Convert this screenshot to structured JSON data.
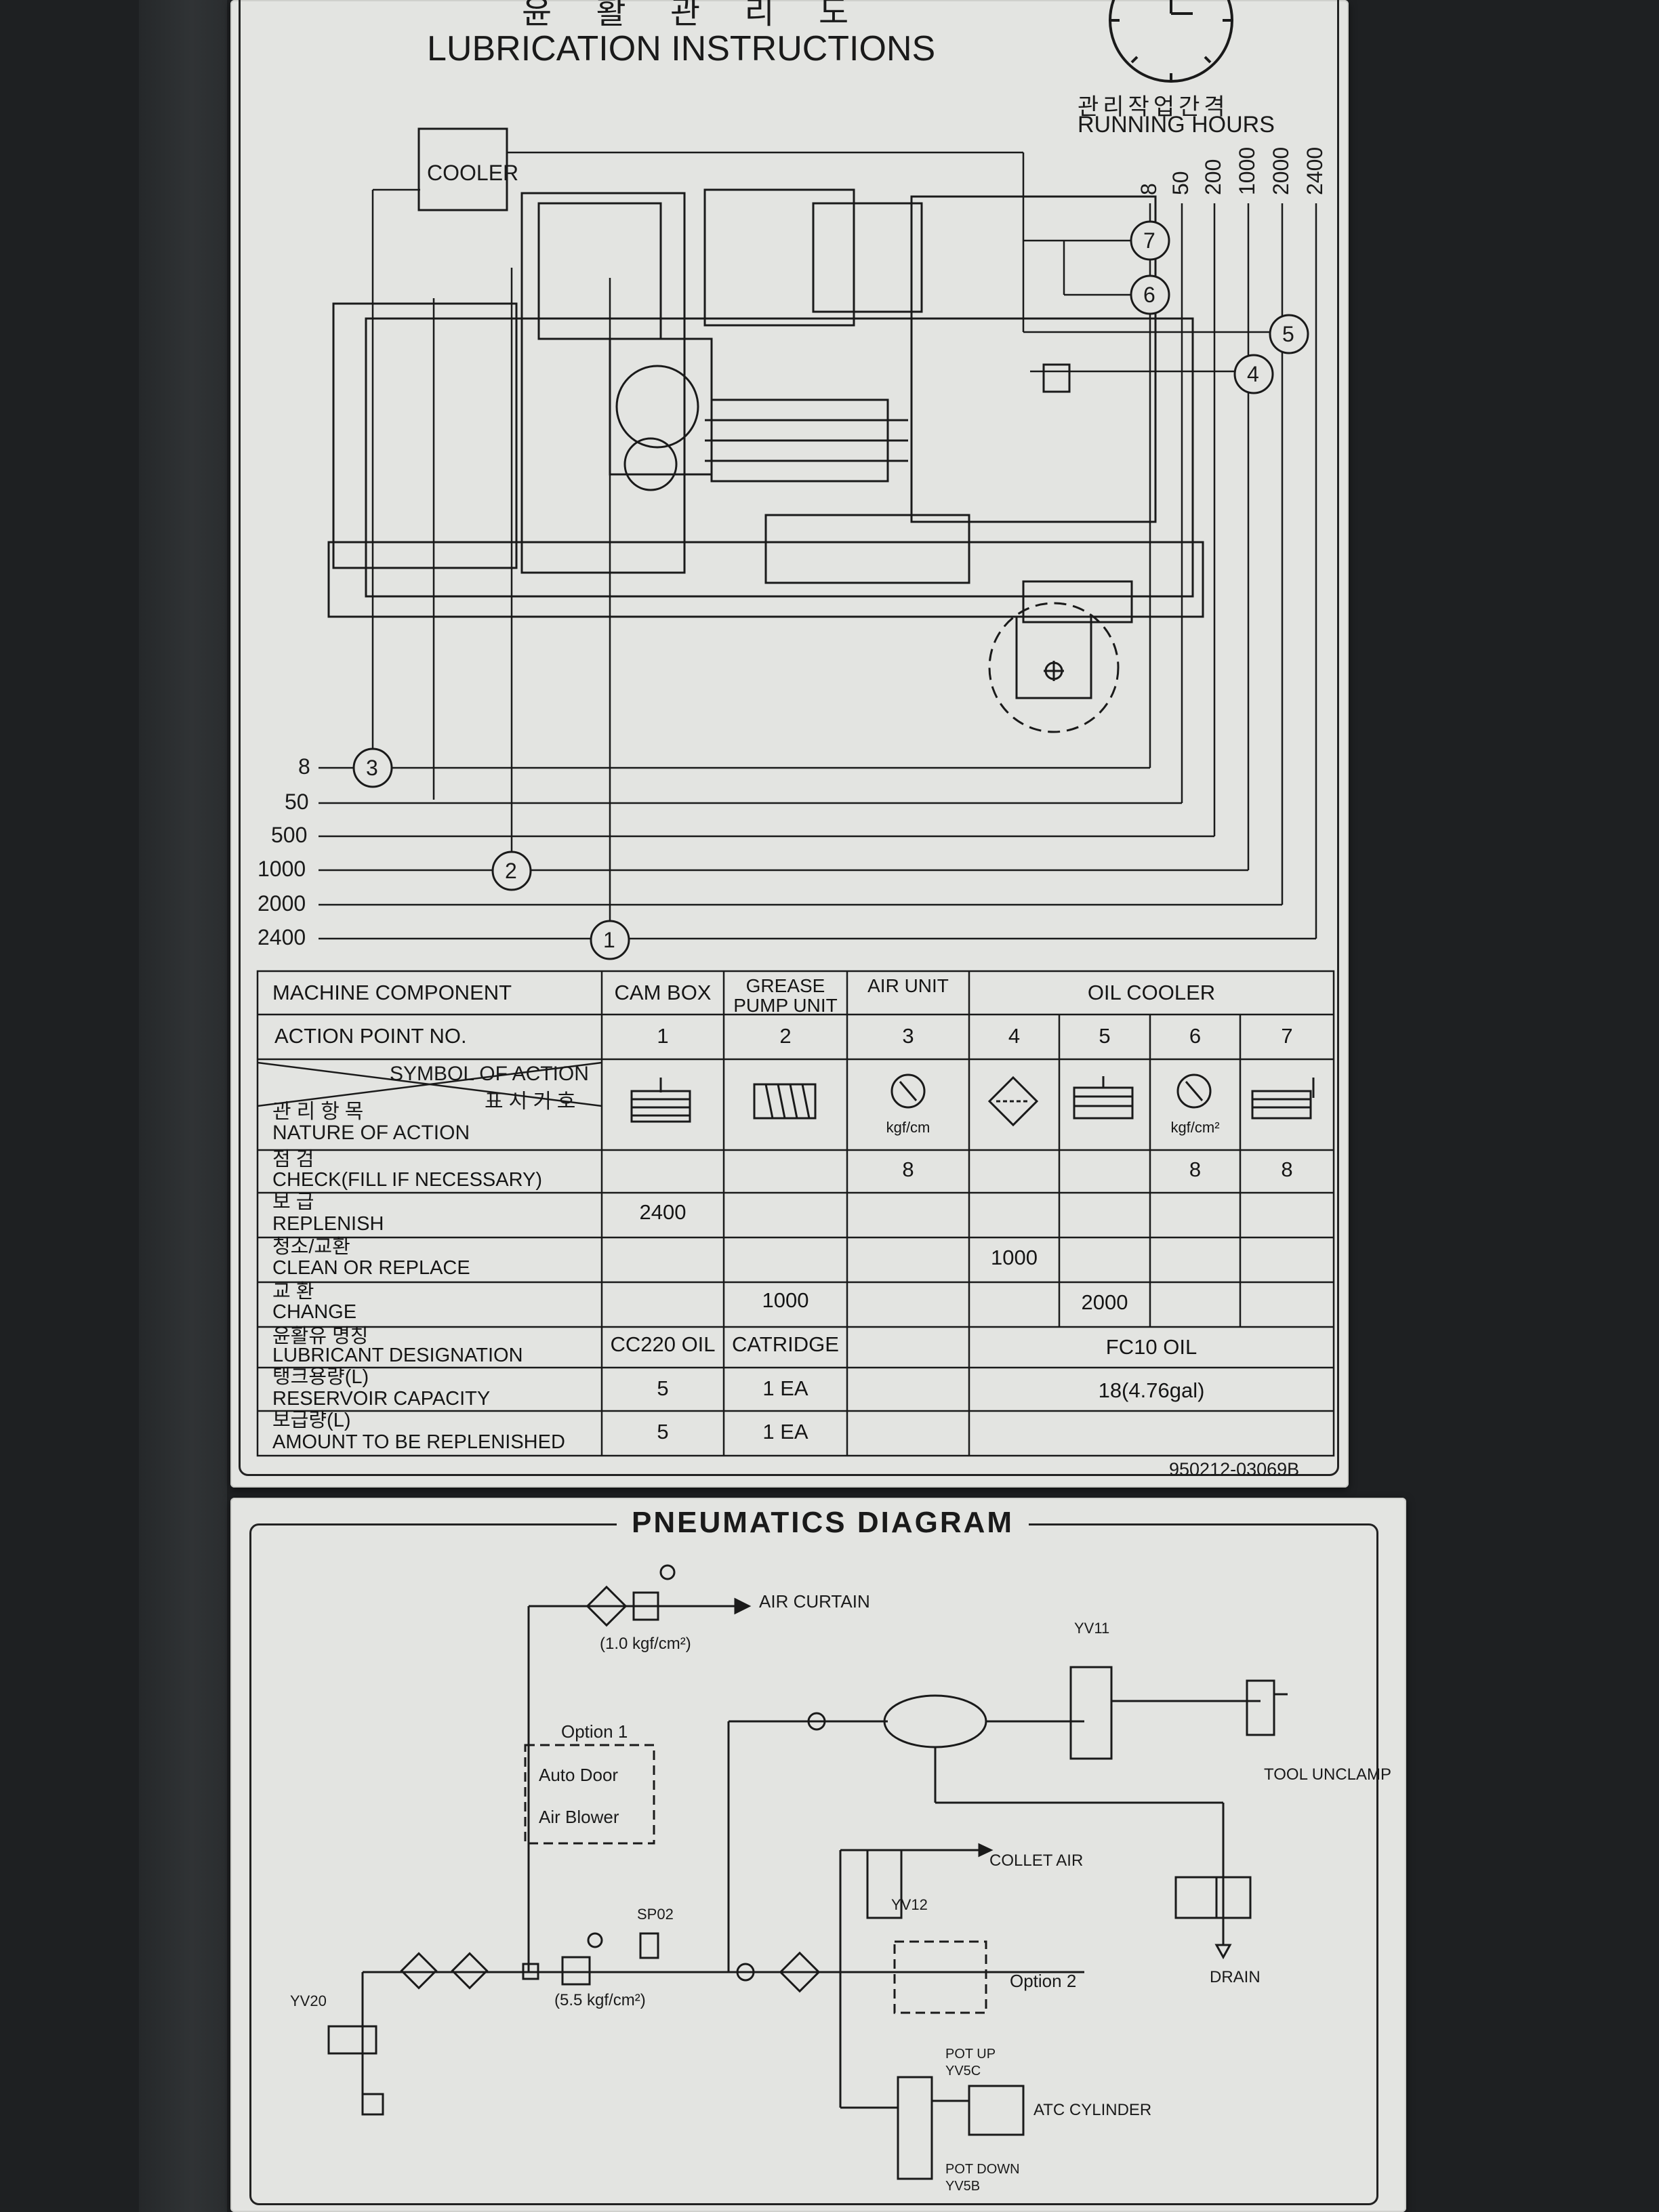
{
  "lubrication": {
    "title_ko": "윤 활 관 리 도",
    "title_en": "LUBRICATION INSTRUCTIONS",
    "running_hours_ko": "관리작업간격",
    "running_hours_en": "RUNNING HOURS",
    "cooler_label": "COOLER",
    "top_hours": [
      "8",
      "50",
      "200",
      "1000",
      "2000",
      "2400"
    ],
    "left_hours": [
      "8",
      "50",
      "500",
      "1000",
      "2000",
      "2400"
    ],
    "points": [
      "1",
      "2",
      "3",
      "4",
      "5",
      "6",
      "7"
    ],
    "table": {
      "component_header": "MACHINE COMPONENT",
      "components": [
        "CAM BOX",
        "GREASE PUMP UNIT",
        "AIR UNIT",
        "OIL COOLER"
      ],
      "action_point_header": "ACTION POINT NO.",
      "action_points": [
        "1",
        "2",
        "3",
        "4",
        "5",
        "6",
        "7"
      ],
      "symbol_en": "SYMBOL OF ACTION",
      "symbol_ko": "표시기호",
      "nature_ko": "관리항목",
      "nature_en": "NATURE OF ACTION",
      "symbol_units": {
        "p3": "kgf/cm",
        "p6": "kgf/cm²"
      },
      "rows": [
        {
          "ko": "점 검",
          "en": "CHECK(FILL IF NECESSARY)",
          "p3": "8",
          "p6": "8",
          "p7": "8"
        },
        {
          "ko": "보 급",
          "en": "REPLENISH",
          "p1": "2400"
        },
        {
          "ko": "청소/교환",
          "en": "CLEAN OR REPLACE",
          "p4": "1000"
        },
        {
          "ko": "교 환",
          "en": "CHANGE",
          "p2": "1000",
          "p5": "2000"
        },
        {
          "ko": "윤활유 명칭",
          "en": "LUBRICANT DESIGNATION",
          "p1": "CC220 OIL",
          "p2": "CATRIDGE",
          "cooler": "FC10 OIL"
        },
        {
          "ko": "탱크용량(L)",
          "en": "RESERVOIR CAPACITY",
          "p1": "5",
          "p2": "1 EA",
          "cooler": "18(4.76gal)"
        },
        {
          "ko": "보급량(L)",
          "en": "AMOUNT TO BE REPLENISHED",
          "p1": "5",
          "p2": "1 EA"
        }
      ]
    },
    "part_number": "950212-03069B"
  },
  "pneumatics": {
    "title": "PNEUMATICS DIAGRAM",
    "labels": {
      "air_curtain": "AIR CURTAIN",
      "pressure_low": "(1.0 kgf/cm²)",
      "pressure_main": "(5.5 kgf/cm²)",
      "option1": "Option 1",
      "auto_door": "Auto Door",
      "air_blower": "Air Blower",
      "yv11": "YV11",
      "tool_unclamp": "TOOL UNCLAMP",
      "collet_air": "COLLET AIR",
      "yv12": "YV12",
      "sp02": "SP02",
      "yv20": "YV20",
      "option2": "Option 2",
      "drain": "DRAIN",
      "pot_up": "POT UP",
      "yv5c": "YV5C",
      "atc_cylinder": "ATC CYLINDER",
      "pot_down": "POT DOWN",
      "yv5b": "YV5B"
    }
  }
}
